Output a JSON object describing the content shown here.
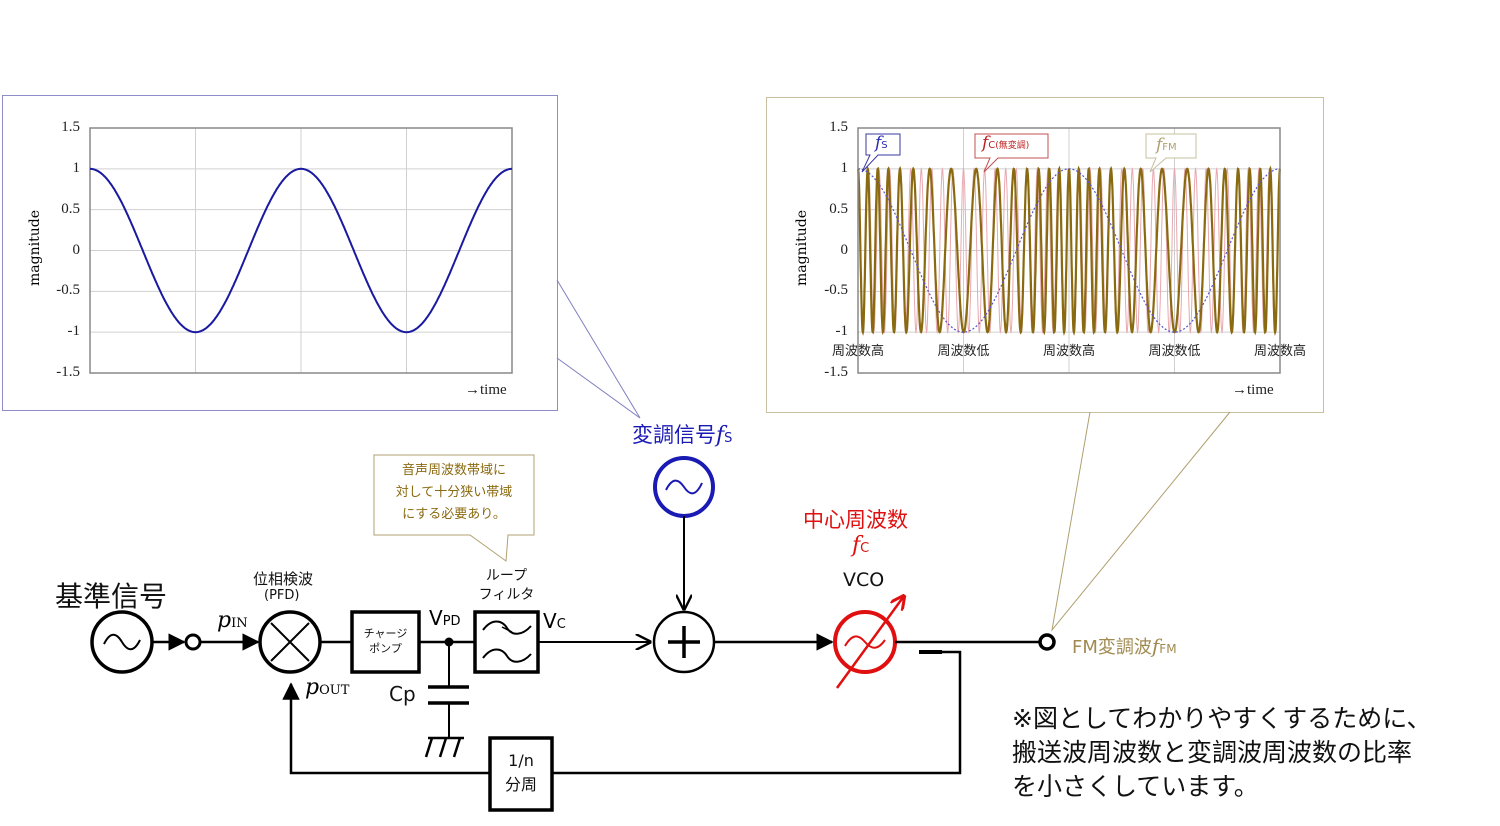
{
  "left_chart": {
    "ylabel": "magnitude",
    "xlabel": "→time",
    "yticks": [
      "1.5",
      "1",
      "0.5",
      "0",
      "-0.5",
      "-1",
      "-1.5"
    ],
    "line_color": "#1a1aa0"
  },
  "right_chart": {
    "ylabel": "magnitude",
    "xlabel": "→time",
    "yticks": [
      "1.5",
      "1",
      "0.5",
      "0",
      "-0.5",
      "-1",
      "-1.5"
    ],
    "xcats": [
      "周波数高",
      "周波数低",
      "周波数高",
      "周波数低",
      "周波数高"
    ],
    "callout_fs": {
      "main": "f",
      "sub": "S"
    },
    "callout_fc": {
      "main": "f",
      "sub": "C",
      "note": "(無変調)"
    },
    "callout_ffm": {
      "main": "f",
      "sub": "FM"
    },
    "colors": {
      "fs": "#5555cc",
      "fc": "#e8a8b0",
      "ffm": "#8a6a10"
    }
  },
  "chart_data": [
    {
      "type": "line",
      "title": "",
      "xlabel": "→time",
      "ylabel": "magnitude",
      "ylim": [
        -1.5,
        1.5
      ],
      "yticks": [
        -1.5,
        -1,
        -0.5,
        0,
        0.5,
        1,
        1.5
      ],
      "grid": true,
      "series": [
        {
          "name": "modulating signal fS",
          "function": "cos(2π·2·t)",
          "x_range": [
            0,
            1
          ],
          "periods": 2,
          "amplitude": 1,
          "color": "#1a1aa0"
        }
      ]
    },
    {
      "type": "line",
      "title": "",
      "xlabel": "→time",
      "ylabel": "magnitude",
      "ylim": [
        -1.5,
        1.5
      ],
      "yticks": [
        -1.5,
        -1,
        -0.5,
        0,
        0.5,
        1,
        1.5
      ],
      "categories": [
        "周波数高",
        "周波数低",
        "周波数高",
        "周波数低",
        "周波数高"
      ],
      "grid": true,
      "series": [
        {
          "name": "fS",
          "style": "dotted",
          "periods": 2,
          "amplitude": 1,
          "color": "#5555cc"
        },
        {
          "name": "fC(無変調)",
          "style": "thin",
          "periods": 40,
          "amplitude": 1,
          "color": "#e8a8b0"
        },
        {
          "name": "fFM",
          "style": "thick",
          "approx_periods": 30,
          "amplitude": 1,
          "color": "#8a6a10",
          "note": "frequency high where fS=1, low where fS=-1"
        }
      ]
    }
  ],
  "diagram": {
    "ref_signal": "基準信号",
    "p_in": {
      "main": "p",
      "sub": "IN"
    },
    "p_out": {
      "main": "p",
      "sub": "OUT"
    },
    "pfd_label1": "位相検波",
    "pfd_label2": "(PFD)",
    "charge_pump1": "チャージ",
    "charge_pump2": "ポンプ",
    "vpd": {
      "main": "V",
      "sub": "PD"
    },
    "cp": "Cp",
    "loop_filter1": "ループ",
    "loop_filter2": "フィルタ",
    "vc": {
      "main": "V",
      "sub": "C"
    },
    "note_lines": [
      "音声周波数帯域に",
      "対して十分狭い帯域",
      "にする必要あり。"
    ],
    "mod_signal": {
      "text": "変調信号",
      "main": "f",
      "sub": "S"
    },
    "center_freq": "中心周波数",
    "fc": {
      "main": "f",
      "sub": "C"
    },
    "vco": "VCO",
    "divider1": "1/n",
    "divider2": "分周",
    "fm_out": {
      "text": "FM変調波",
      "main": "f",
      "sub": "FM"
    },
    "footnote": [
      "※図としてわかりやすくするために、",
      "搬送波周波数と変調波周波数の比率",
      "を小さくしています。"
    ],
    "colors": {
      "blue": "#1a1ab4",
      "red": "#e01010",
      "gold": "#a08a50",
      "note_gold": "#8a6a10"
    }
  }
}
